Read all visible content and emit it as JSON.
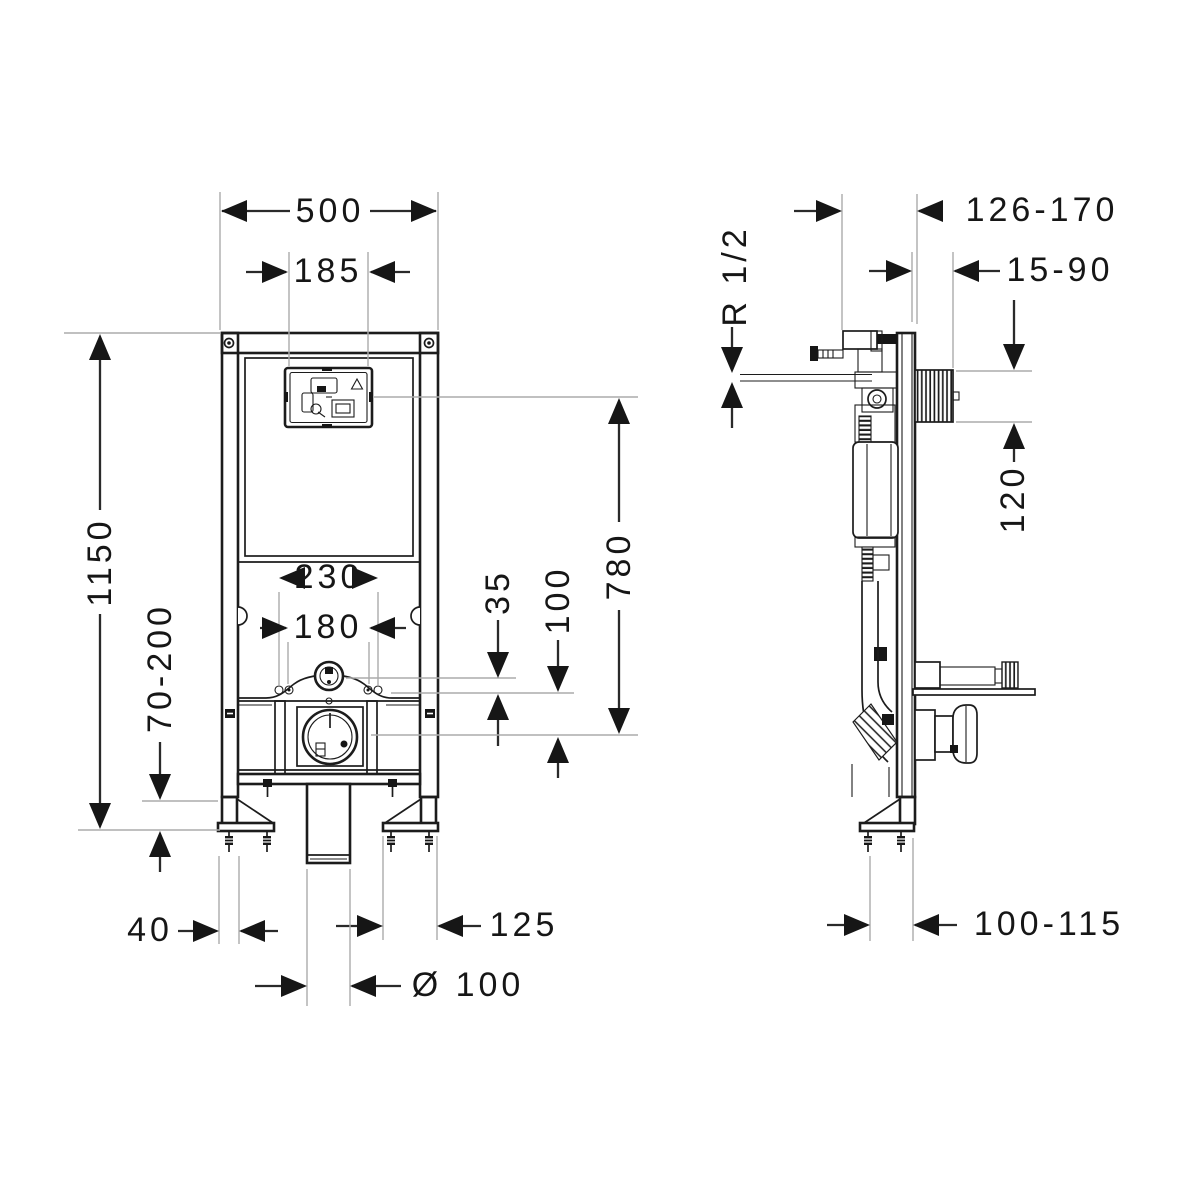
{
  "colors": {
    "ink": "#1c1c1c",
    "construction_line": "#ababab",
    "background": "#ffffff"
  },
  "drawing": {
    "front_view": {
      "dims": {
        "overall_width": "500",
        "flush_plate_width": "185",
        "frame_height": "1150",
        "leg_adjust_range": "70-200",
        "fixing_centers_outer": "230",
        "fixing_centers_inner": "180",
        "flush_bend_offset": "35",
        "outlet_offset": "100",
        "actuation_height": "780",
        "profile_width": "40",
        "foot_plate_length": "125",
        "outlet_diameter": "Ø 100"
      }
    },
    "side_view": {
      "dims": {
        "frame_depth_range": "126-170",
        "water_supply_thread": "R 1/2",
        "finished_wall_range": "15-90",
        "flush_housing_height": "120",
        "floor_fixing_range": "100-115"
      }
    }
  }
}
